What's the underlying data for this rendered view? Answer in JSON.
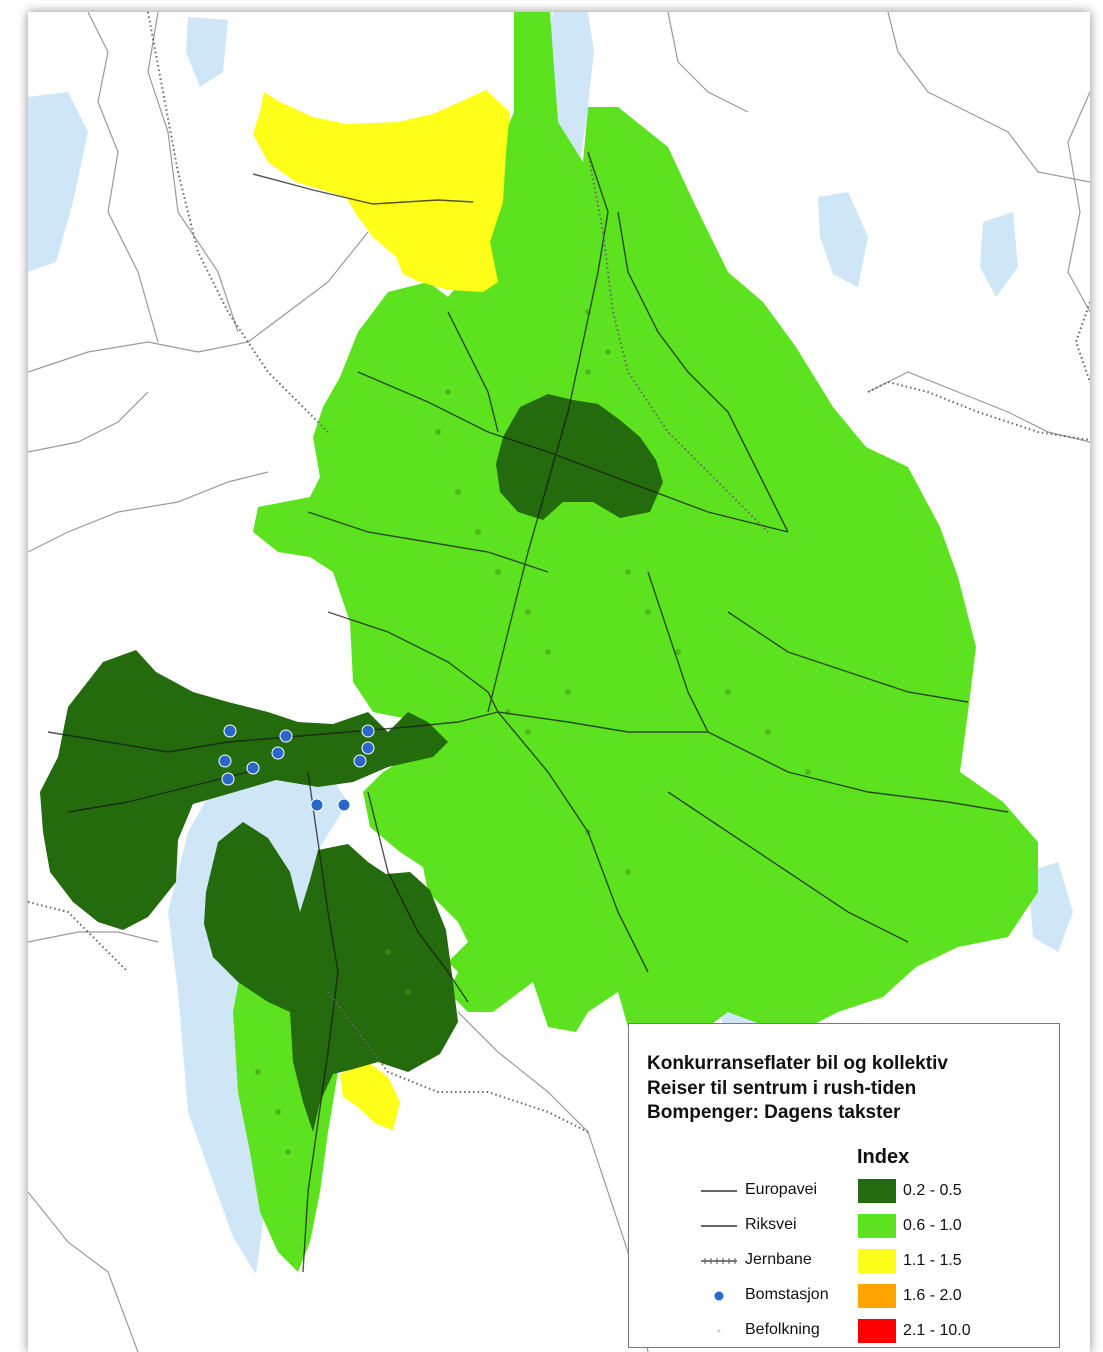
{
  "legend": {
    "title_lines": [
      "Konkurranseflater bil og kollektiv",
      "Reiser til sentrum i rush-tiden",
      "Bompenger: Dagens takster"
    ],
    "index_heading": "Index",
    "symbols": [
      {
        "label": "Europavei",
        "icon": "road-line-icon"
      },
      {
        "label": "Riksvei",
        "icon": "road-line-icon"
      },
      {
        "label": "Jernbane",
        "icon": "railway-line-icon"
      },
      {
        "label": "Bomstasjon",
        "icon": "toll-station-dot-icon"
      },
      {
        "label": "Befolkning",
        "icon": "population-dot-icon"
      }
    ],
    "classes": [
      {
        "range": "0.2 - 0.5",
        "color": "#236b0c"
      },
      {
        "range": "0.6 - 1.0",
        "color": "#5ce21e"
      },
      {
        "range": "1.1 - 1.5",
        "color": "#ffff1a"
      },
      {
        "range": "1.6 - 2.0",
        "color": "#ffa500"
      },
      {
        "range": "2.1 - 10.0",
        "color": "#ff0000"
      }
    ]
  },
  "colors": {
    "water": "#cfe6f7",
    "light_green": "#5ce21e",
    "dark_green": "#236b0c",
    "yellow": "#ffff1a",
    "toll_station": "#2a67c9",
    "road": "#1a1a1a",
    "rail": "#666666"
  }
}
